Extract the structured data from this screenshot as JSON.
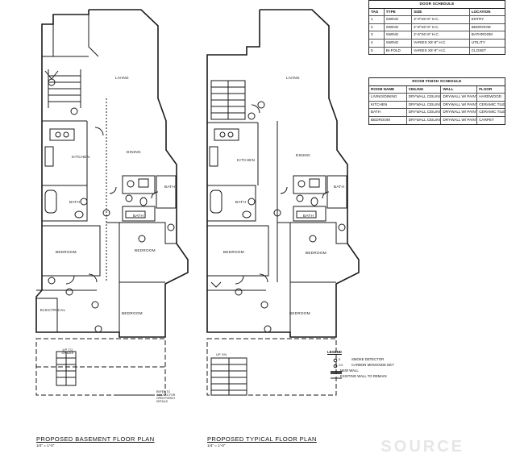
{
  "door_schedule": {
    "title": "DOOR SCHEDULE",
    "headers": [
      "TAG",
      "TYPE",
      "SIZE",
      "LOCATION"
    ],
    "rows": [
      {
        "tag": "1",
        "type": "SWING",
        "size": "3'-0\"X6'-8\" S.C.",
        "location": "ENTRY"
      },
      {
        "tag": "2",
        "type": "SWING",
        "size": "2'-8\"X6'-8\" S.C.",
        "location": "BEDROOM"
      },
      {
        "tag": "3",
        "type": "SWING",
        "size": "2'-6\"X6'-8\" H.C.",
        "location": "BATHROOM"
      },
      {
        "tag": "4",
        "type": "SWING",
        "size": "VARIES X6'-8\" H.C.",
        "location": "UTILITY"
      },
      {
        "tag": "5",
        "type": "BI-FOLD",
        "size": "VARIES X6'-8\" H.C.",
        "location": "CLOSET"
      }
    ]
  },
  "room_finish_schedule": {
    "title": "ROOM FINISH SCHEDULE",
    "headers": [
      "ROOM NAME",
      "CEILING",
      "WALL",
      "FLOOR"
    ],
    "rows": [
      {
        "room": "LIVING/DINING",
        "ceiling": "DRYWALL CEILING",
        "wall": "DRYWALL W/ PAINT",
        "floor": "HARDWOOD"
      },
      {
        "room": "KITCHEN",
        "ceiling": "DRYWALL CEILING",
        "wall": "DRYWALL W/ PAINT",
        "floor": "CERAMIC TILE"
      },
      {
        "room": "BATH",
        "ceiling": "DRYWALL CEILING",
        "wall": "DRYWALL W/ PAINT",
        "floor": "CERAMIC TILE"
      },
      {
        "room": "BEDROOM",
        "ceiling": "DRYWALL CEILING",
        "wall": "DRYWALL W/ PAINT",
        "floor": "CARPET"
      }
    ]
  },
  "basement_plan": {
    "title": "PROPOSED BASEMENT FLOOR PLAN",
    "scale": "1/4\" = 1'-0\"",
    "rooms": {
      "living": "LIVING",
      "dining": "DINING",
      "kitchen": "KITCHEN",
      "bath_left": "BATH",
      "bath_center": "BATH",
      "bath_right": "BATH",
      "bedroom_left": "BEDROOM",
      "bedroom_center": "BEDROOM",
      "bedroom_lower": "BEDROOM",
      "electrical": "ELECTRICAL"
    },
    "up_to_grade": "UP TO GRADE",
    "porch_note": "REFER TO A4.XX,XX FOR OPEN PORCH DETAILS"
  },
  "typical_plan": {
    "title": "PROPOSED TYPICAL FLOOR PLAN",
    "scale": "1/4\" = 1'-0\"",
    "rooms": {
      "living": "LIVING",
      "dining": "DINING",
      "kitchen": "KITCHEN",
      "bath_left": "BATH",
      "bath_center": "BATH",
      "bath_right": "BATH",
      "bedroom_left": "BEDROOM",
      "bedroom_center": "BEDROOM",
      "bedroom_lower": "BEDROOM"
    },
    "up_dn": "UP DN"
  },
  "legend": {
    "title": "LEGEND",
    "items": [
      {
        "symbol": "smoke-co-icon",
        "abbr": "S",
        "label": "SMOKE DETECTOR"
      },
      {
        "symbol": "smoke-co-icon",
        "abbr": "CO",
        "label": "CARBON MONOXIDE DET"
      },
      {
        "symbol": "new-wall-icon",
        "abbr": "",
        "label": "NEW WALL"
      },
      {
        "symbol": "existing-wall-icon",
        "abbr": "",
        "label": "EXISTING WALL TO REMAIN"
      }
    ]
  },
  "watermark": "SOURCE",
  "colors": {
    "line": "#1a1a1a",
    "background": "#ffffff"
  }
}
